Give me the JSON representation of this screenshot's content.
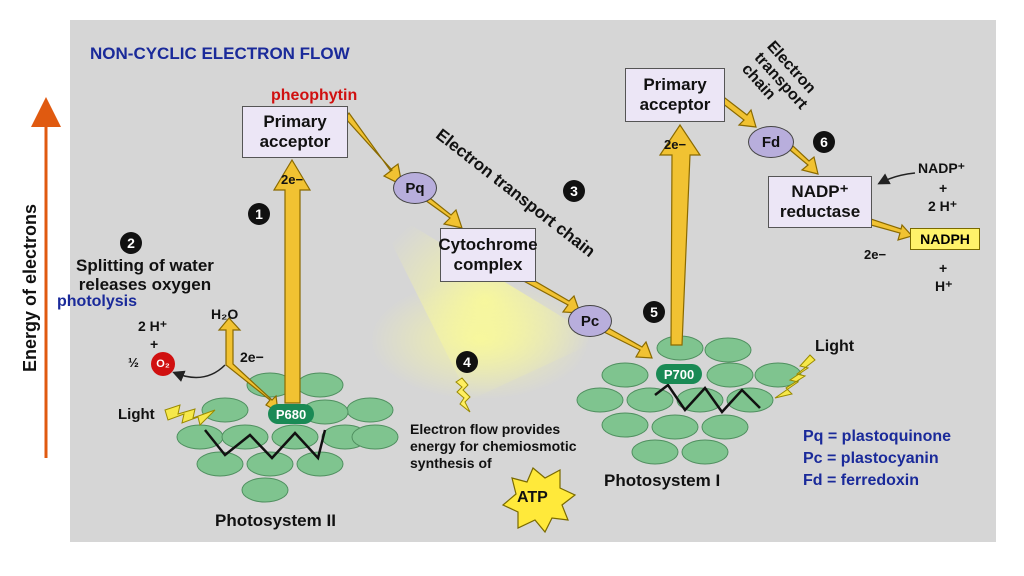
{
  "title": "NON-CYCLIC ELECTRON FLOW",
  "y_axis_label": "Energy of electrons",
  "pheophytin": "pheophytin",
  "photolysis": "photolysis",
  "ps2": {
    "primary_acceptor": [
      "Primary",
      "acceptor"
    ],
    "reaction_center": "P680",
    "label": "Photosystem II",
    "electrons_up": "2e−",
    "light": "Light"
  },
  "water": {
    "step_number": "2",
    "text": [
      "Splitting of water",
      "releases oxygen"
    ],
    "h2o": "H₂O",
    "two_h": "2 H⁺",
    "plus": "+",
    "half": "½",
    "o2": "O₂",
    "electrons": "2e−"
  },
  "etc": {
    "step_number": "3",
    "label": "Electron transport chain",
    "pq": "Pq",
    "cytochrome": [
      "Cytochrome",
      "complex"
    ],
    "pc": "Pc"
  },
  "atp_step": {
    "step_number": "4",
    "text": [
      "Electron flow provides",
      "energy for chemiosmotic",
      "synthesis of"
    ],
    "atp": "ATP"
  },
  "ps1": {
    "step_number": "5",
    "primary_acceptor": [
      "Primary",
      "acceptor"
    ],
    "reaction_center": "P700",
    "label": "Photosystem I",
    "electrons_up": "2e−",
    "light": "Light"
  },
  "etc2": {
    "step_number": "6",
    "label": [
      "Electron",
      "transport",
      "chain"
    ],
    "fd": "Fd",
    "reductase": [
      "NADP⁺",
      "reductase"
    ],
    "nadp_in": "NADP⁺",
    "plus1": "+",
    "two_h": "2 H⁺",
    "electrons": "2e−",
    "nadph": "NADPH",
    "plus2": "+",
    "h_plus": "H⁺"
  },
  "step1_number": "1",
  "legend": [
    "Pq = plastoquinone",
    "Pc = plastocyanin",
    "Fd = ferredoxin"
  ],
  "colors": {
    "panel": "#d6d6d6",
    "arrow_yellow": "#f1c232",
    "thylakoid_green": "#7fc48f",
    "reaction_center": "#1a8a55",
    "acceptor_box": "#ece6f6",
    "carrier_oval": "#b8aedc",
    "title_blue": "#1a2a9a",
    "pheophytin_red": "#d01010",
    "axis_orange": "#e05a10"
  }
}
